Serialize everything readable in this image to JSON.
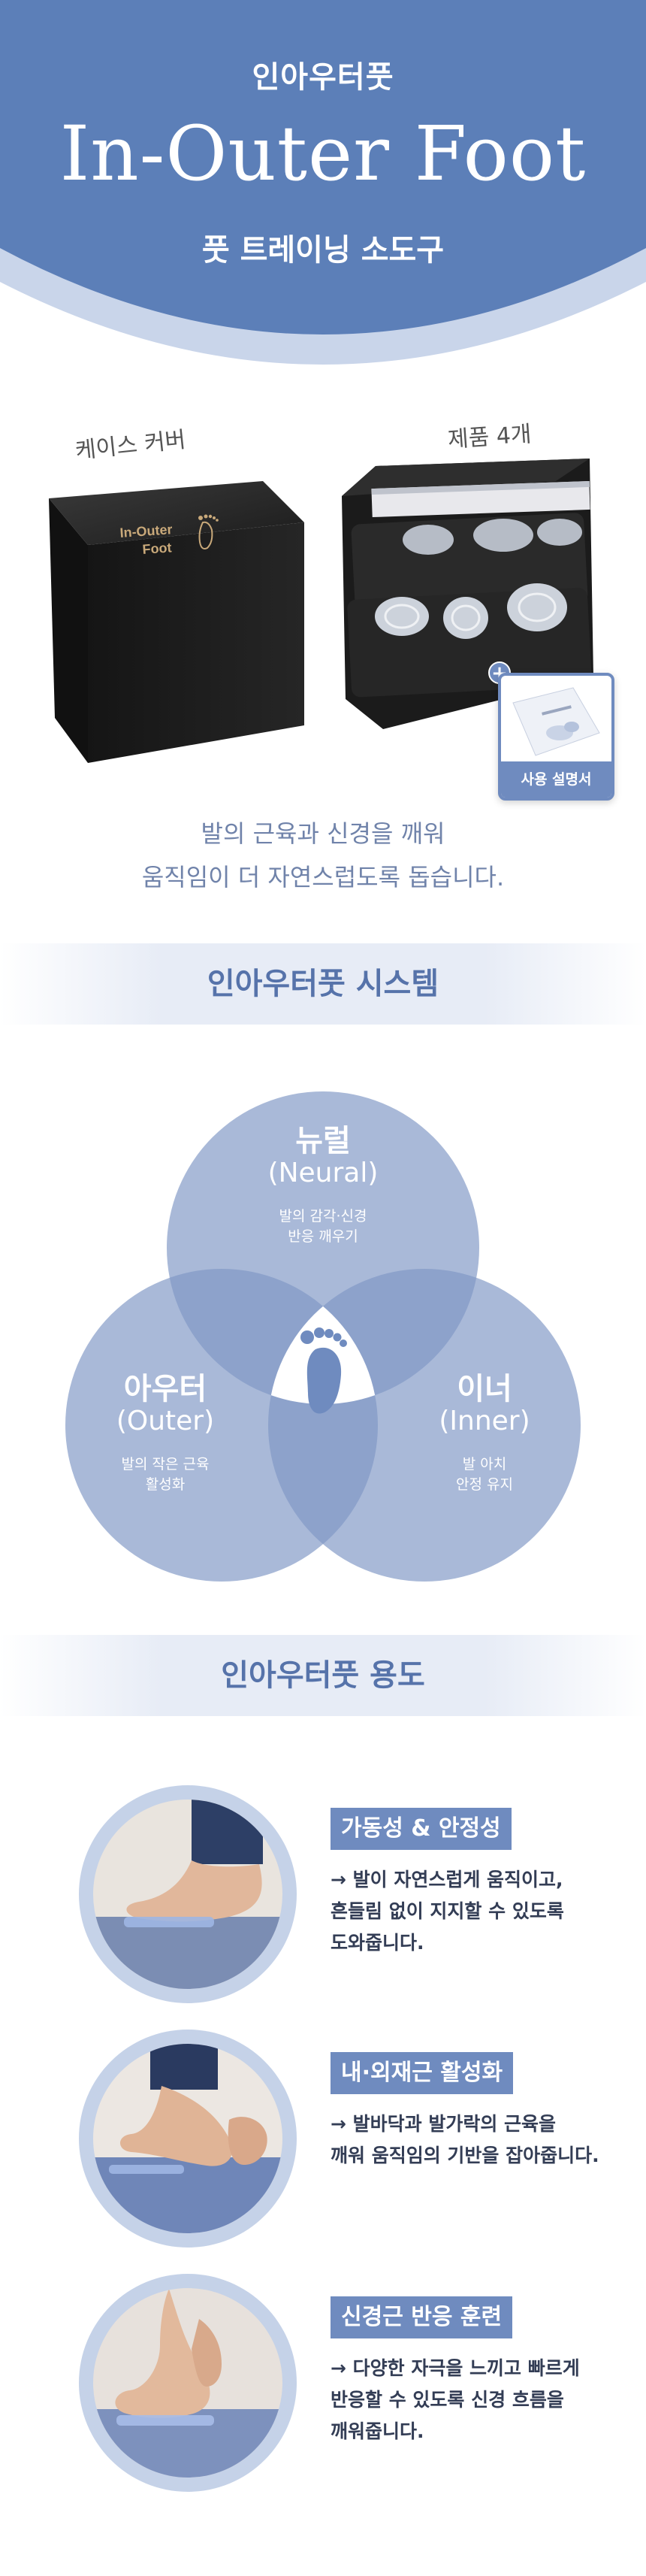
{
  "hero": {
    "brand_kr": "인아우터풋",
    "brand_en": "In-Outer Foot",
    "subtitle": "풋 트레이닝 소도구"
  },
  "products": {
    "case_caption": "케이스 커버",
    "product_caption": "제품 4개",
    "box_logo_line1": "In-Outer",
    "box_logo_line2": "Foot",
    "manual_label": "사용 설명서",
    "plus_icon": "+"
  },
  "intro": {
    "line1": "발의 근육과 신경을 깨워",
    "line2": "움직임이 더 자연스럽도록 돕습니다."
  },
  "system_section": {
    "title": "인아우터풋 시스템",
    "neural": {
      "title": "뉴럴",
      "en": "(Neural)",
      "desc_line1": "발의 감각·신경",
      "desc_line2": "반응 깨우기"
    },
    "outer": {
      "title": "아우터",
      "en": "(Outer)",
      "desc_line1": "발의 작은 근육",
      "desc_line2": "활성화"
    },
    "inner": {
      "title": "이너",
      "en": "(Inner)",
      "desc_line1": "발 아치",
      "desc_line2": "안정 유지"
    },
    "colors": {
      "circle": "#a9b9d8",
      "overlap": "#8da2cb",
      "center": "#ffffff",
      "foot": "#6f8bbf"
    }
  },
  "uses_section": {
    "title": "인아우터풋 용도",
    "items": [
      {
        "badge": "가동성 & 안정성",
        "line1": "→ 발이 자연스럽게 움직이고,",
        "line2": "흔들림 없이 지지할 수 있도록",
        "line3": "도와줍니다."
      },
      {
        "badge": "내·외재근 활성화",
        "line1": "→ 발바닥과 발가락의 근육을",
        "line2": "깨워 움직임의 기반을 잡아줍니다.",
        "line3": ""
      },
      {
        "badge": "신경근 반응 훈련",
        "line1": "→ 다양한 자극을 느끼고 빠르게",
        "line2": "반응할 수 있도록 신경 흐름을",
        "line3": "깨워줍니다."
      }
    ]
  },
  "theme": {
    "primary": "#6f8bbf",
    "hero_blue": "#5c7fb8",
    "light_blue": "#c5d2e8",
    "text_blue": "#5673aa"
  }
}
